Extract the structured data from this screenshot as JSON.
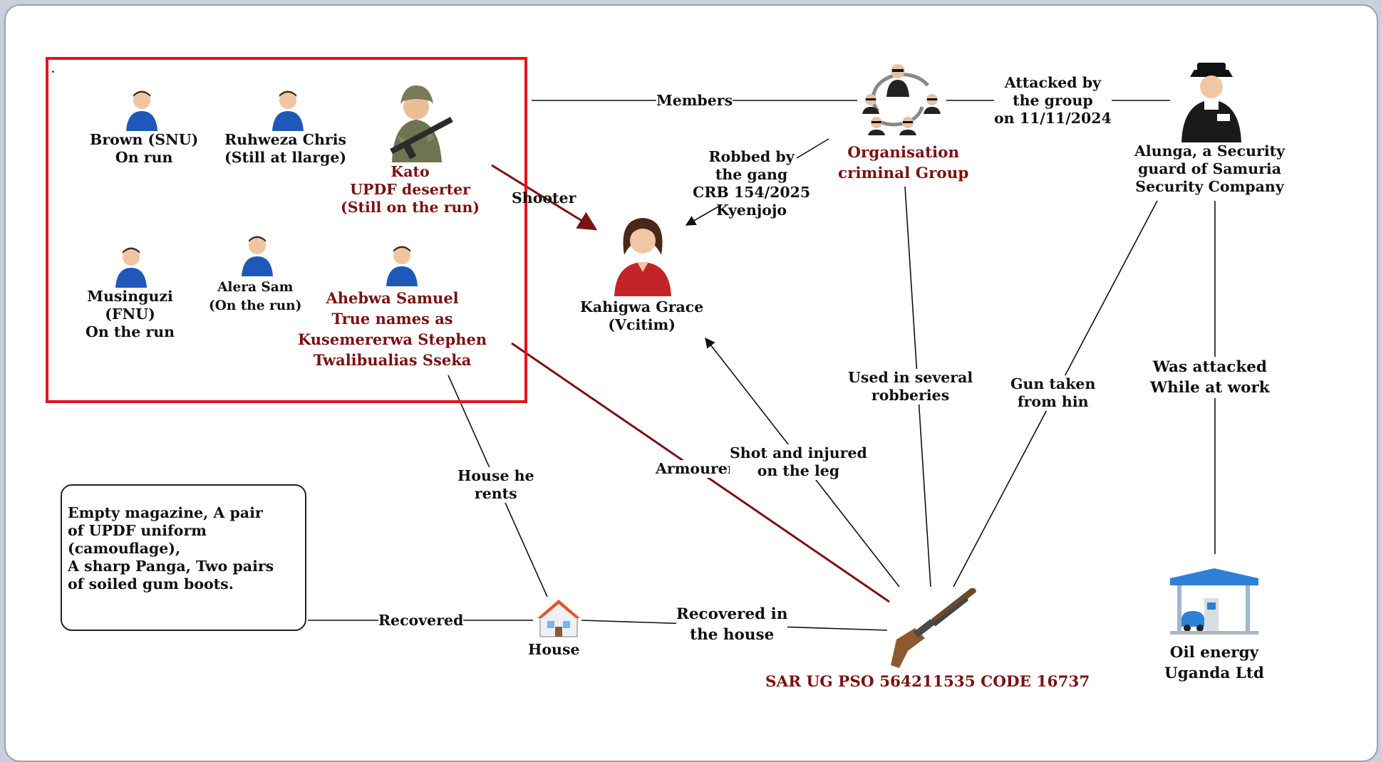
{
  "dot": ".",
  "nodes": {
    "brown": "Brown (SNU)\nOn run",
    "ruhweza": "Ruhweza Chris\n(Still at llarge)",
    "kato": "Kato\nUPDF deserter\n(Still on the run)",
    "musinguzi": "Musinguzi\n(FNU)\nOn the run",
    "alera": "Alera Sam\n(On the run)",
    "ahebwa": "Ahebwa Samuel\nTrue names as\nKusemererwa Stephen\nTwalibualias Sseka",
    "kahigwa": "Kahigwa Grace\n(Vcitim)",
    "org_group": "Organisation\ncriminal Group",
    "alunga": "Alunga, a Security\nguard of Samuria\nSecurity Company",
    "house": "House",
    "gun": "SAR UG PSO 564211535 CODE 16737",
    "oil": "Oil energy\nUganda Ltd",
    "note": "Empty magazine, A pair\nof UPDF uniform\n(camouflage),\nA sharp Panga, Two pairs\nof soiled gum boots."
  },
  "edges": {
    "members": "Members",
    "attacked_by": "Attacked by\nthe group\non 11/11/2024",
    "robbed_by": "Robbed by\nthe gang\nCRB 154/2025\nKyenjojo",
    "shooter": "Shooter",
    "used_in": "Used in several\nrobberies",
    "gun_taken": "Gun taken\nfrom hin",
    "was_attacked": "Was attacked\nWhile at work",
    "house_rents": "House he\nrents",
    "armourer": "Armourer",
    "shot_injured": "Shot and injured\non the leg",
    "recovered": "Recovered",
    "recovered_house": "Recovered in\nthe house"
  },
  "icons": [
    "person-icon",
    "soldier-icon",
    "woman-icon",
    "criminal-group-icon",
    "police-guard-icon",
    "house-icon",
    "shotgun-icon",
    "gas-station-icon"
  ],
  "colors": {
    "dark_red": "#7a1212",
    "box_red": "#e3141b",
    "person_blue": "#1f58b8"
  }
}
